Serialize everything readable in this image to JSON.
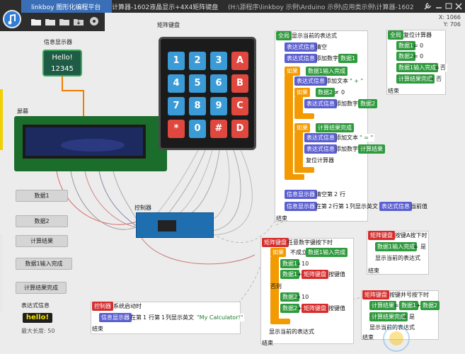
{
  "window": {
    "app_name": "linkboy 图形化编程平台",
    "title": "计算器-1602液晶显示+4X4矩阵键盘",
    "path": "(H:\\源程序\\linkboy 示例\\Arduino 示例\\应用类示例\\计算器-1602",
    "coord_x": "X: 1066",
    "coord_y": "Y: 706"
  },
  "canvas": {
    "info_display_label": "信息显示器",
    "info_display_line1": "Hello!",
    "info_display_line2": "12345",
    "screen_label": "屏幕",
    "keypad_label": "矩阵键盘",
    "controller_label": "控制器",
    "keys": [
      "1",
      "2",
      "3",
      "A",
      "4",
      "5",
      "6",
      "B",
      "7",
      "8",
      "9",
      "C",
      "*",
      "0",
      "#",
      "D"
    ]
  },
  "sidebar": {
    "buttons": [
      "数据1",
      "数据2",
      "计算结果",
      "数据1输入完成",
      "计算结果完成"
    ],
    "var_label": "表达式信息",
    "var_value": "hello!",
    "max_len": "最大长度: 50"
  },
  "blocks": {
    "event1_head": "全局",
    "event1_title": "显示当前的表达式",
    "b_expr": "表达式信息",
    "b_clear": "清空",
    "b_add_num": "添加数字",
    "b_data1": "数据1",
    "b_if": "如果",
    "b_data1_done": "数据1输入完成",
    "b_add_text": "添加文本",
    "b_plus": "\" + \"",
    "b_data2": "数据2",
    "b_ne": "≠",
    "b_zero": "0",
    "b_calc_done": "计算结果完成",
    "b_eq": "\" = \"",
    "b_calc_result": "计算结果",
    "b_reset": "复位计算器",
    "b_display": "信息显示器",
    "b_clear_line": "清空第",
    "b_line2": "2",
    "b_line": "行",
    "b_at_line": "在第",
    "b_line_num": "2",
    "b_row": "行第",
    "b_col": "1",
    "b_col_show": "列显示英文",
    "b_current": "当前值",
    "b_end": "结束",
    "event2_head": "全局",
    "event2_title": "复位计算器",
    "b_eq_sign": "=",
    "b_no": "否",
    "event3_head": "矩阵键盘",
    "event3_title": "任意数字键按下时",
    "b_not": "不成立",
    "b_ten": "10",
    "b_star": "×",
    "b_plus_sign": "+",
    "b_keypad": "矩阵键盘",
    "b_key_value": "按键值",
    "b_else": "否则",
    "b_show_expr": "显示当前的表达式",
    "event4_head": "矩阵键盘",
    "event4_title": "按键A按下时",
    "b_yes": "是",
    "event5_head": "矩阵键盘",
    "event5_title": "按键井号按下时",
    "b_calc_result2": "计算结果",
    "event6_head": "控制器",
    "event6_title": "系统启动时",
    "b_line1": "1",
    "b_my_calc": "\"My Calculator!\""
  },
  "colors": {
    "event_green": "#2f9a3e",
    "var_purple": "#5b5fd0",
    "control_orange": "#f29a00",
    "keypad_red": "#d52d2d"
  }
}
